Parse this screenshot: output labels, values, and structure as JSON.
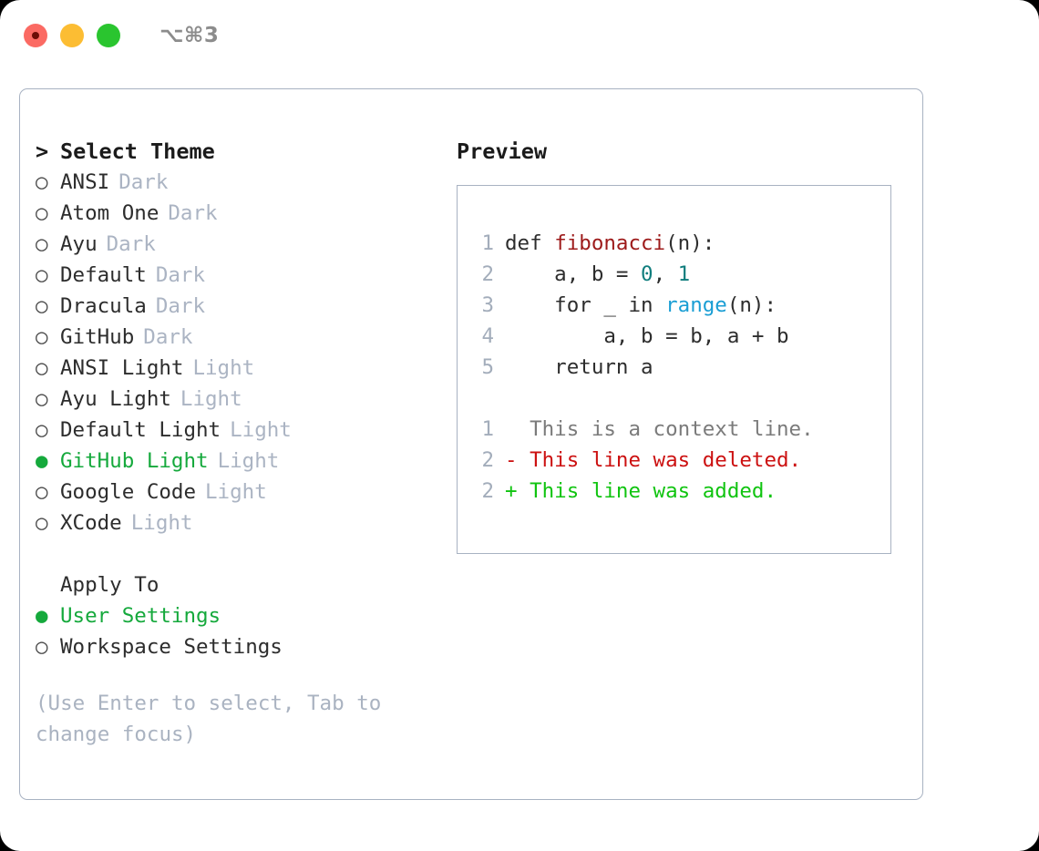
{
  "titlebar": {
    "shortcut": "⌥⌘3",
    "dots": [
      "close-dot",
      "minimize-dot",
      "maximize-dot"
    ]
  },
  "theme_picker": {
    "header": "Select Theme",
    "caret": ">",
    "bullet_empty": "○",
    "bullet_filled": "●",
    "items": [
      {
        "name": "ANSI",
        "kind": "Dark",
        "selected": false
      },
      {
        "name": "Atom One",
        "kind": "Dark",
        "selected": false
      },
      {
        "name": "Ayu",
        "kind": "Dark",
        "selected": false
      },
      {
        "name": "Default",
        "kind": "Dark",
        "selected": false
      },
      {
        "name": "Dracula",
        "kind": "Dark",
        "selected": false
      },
      {
        "name": "GitHub",
        "kind": "Dark",
        "selected": false
      },
      {
        "name": "ANSI Light",
        "kind": "Light",
        "selected": false
      },
      {
        "name": "Ayu Light",
        "kind": "Light",
        "selected": false
      },
      {
        "name": "Default Light",
        "kind": "Light",
        "selected": false
      },
      {
        "name": "GitHub Light",
        "kind": "Light",
        "selected": true
      },
      {
        "name": "Google Code",
        "kind": "Light",
        "selected": false
      },
      {
        "name": "XCode",
        "kind": "Light",
        "selected": false
      }
    ]
  },
  "apply_to": {
    "title": "Apply To",
    "options": [
      {
        "label": "User Settings",
        "selected": true
      },
      {
        "label": "Workspace Settings",
        "selected": false
      }
    ]
  },
  "hint": "(Use Enter to select, Tab to change focus)",
  "preview": {
    "title": "Preview",
    "code_lines": [
      {
        "no": "1",
        "segments": [
          {
            "text": "def ",
            "token": "plain"
          },
          {
            "text": "fibonacci",
            "token": "func"
          },
          {
            "text": "(n):",
            "token": "plain"
          }
        ]
      },
      {
        "no": "2",
        "segments": [
          {
            "text": "    a, b = ",
            "token": "plain"
          },
          {
            "text": "0",
            "token": "num"
          },
          {
            "text": ", ",
            "token": "plain"
          },
          {
            "text": "1",
            "token": "num"
          }
        ]
      },
      {
        "no": "3",
        "segments": [
          {
            "text": "    for _ in ",
            "token": "plain"
          },
          {
            "text": "range",
            "token": "call"
          },
          {
            "text": "(n):",
            "token": "plain"
          }
        ]
      },
      {
        "no": "4",
        "segments": [
          {
            "text": "        a, b = b, a + b",
            "token": "plain"
          }
        ]
      },
      {
        "no": "5",
        "segments": [
          {
            "text": "    return a",
            "token": "plain"
          }
        ]
      }
    ],
    "diff_lines": [
      {
        "no": "1",
        "marker": " ",
        "text": "This is a context line.",
        "kind": "context"
      },
      {
        "no": "2",
        "marker": "-",
        "text": "This line was deleted.",
        "kind": "deleted"
      },
      {
        "no": "2",
        "marker": "+",
        "text": "This line was added.",
        "kind": "added"
      }
    ]
  },
  "colors": {
    "accent_green": "#15a93c",
    "muted": "#abb4c3",
    "border": "#a8b2c2",
    "func_red": "#9d1a1a",
    "number_teal": "#0f7d7d",
    "call_blue": "#1a9ed4",
    "diff_add": "#10c410",
    "diff_del": "#cc1111"
  }
}
